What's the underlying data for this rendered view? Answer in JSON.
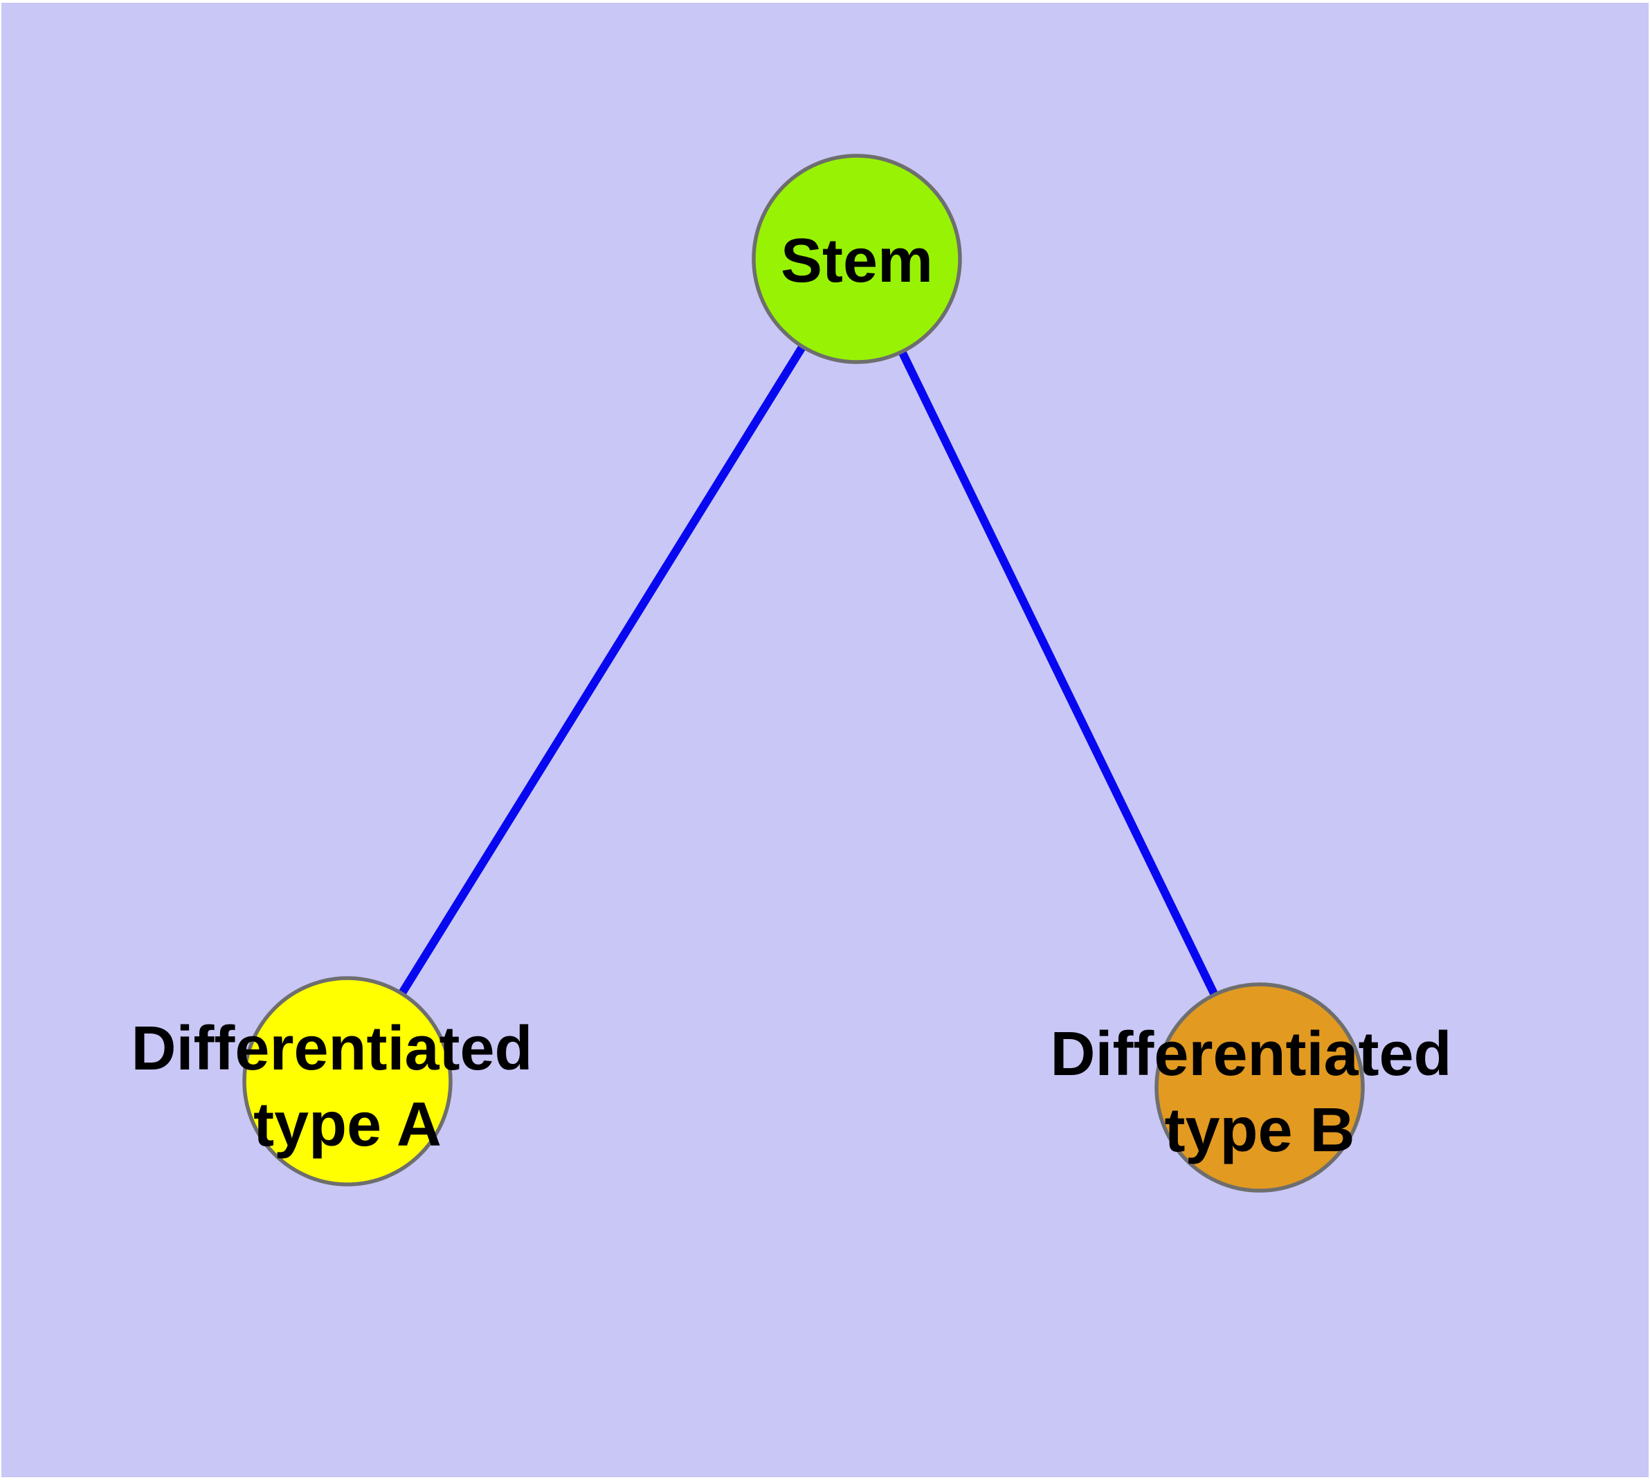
{
  "diagram": {
    "type": "graph",
    "background_color": "#C9C7F6",
    "page_margin_color": "#FFFFFF",
    "edge_color": "#0808F0",
    "node_border_color": "#6E6E6E",
    "label_color": "#000000",
    "nodes": [
      {
        "id": "stem",
        "label": "Stem",
        "label_lines": [
          "Stem"
        ],
        "fill": "#97F303"
      },
      {
        "id": "differentiated-type-a",
        "label": "Differentiated type A",
        "label_lines": [
          "Differentiated",
          "type A"
        ],
        "fill": "#FFFF00"
      },
      {
        "id": "differentiated-type-b",
        "label": "Differentiated type B",
        "label_lines": [
          "Differentiated",
          "type B"
        ],
        "fill": "#E29A20"
      }
    ],
    "edges": [
      {
        "from": "Stem",
        "to": "Differentiated type A"
      },
      {
        "from": "Stem",
        "to": "Differentiated type B"
      }
    ]
  }
}
